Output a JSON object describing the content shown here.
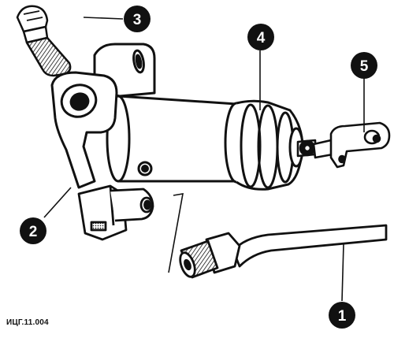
{
  "figure": {
    "reference_code": "ИЦГ.11.004",
    "callouts": [
      {
        "id": "1",
        "label": "1"
      },
      {
        "id": "2",
        "label": "2"
      },
      {
        "id": "3",
        "label": "3"
      },
      {
        "id": "4",
        "label": "4"
      },
      {
        "id": "5",
        "label": "5"
      }
    ]
  },
  "colors": {
    "ink": "#111111",
    "paper": "#ffffff"
  }
}
